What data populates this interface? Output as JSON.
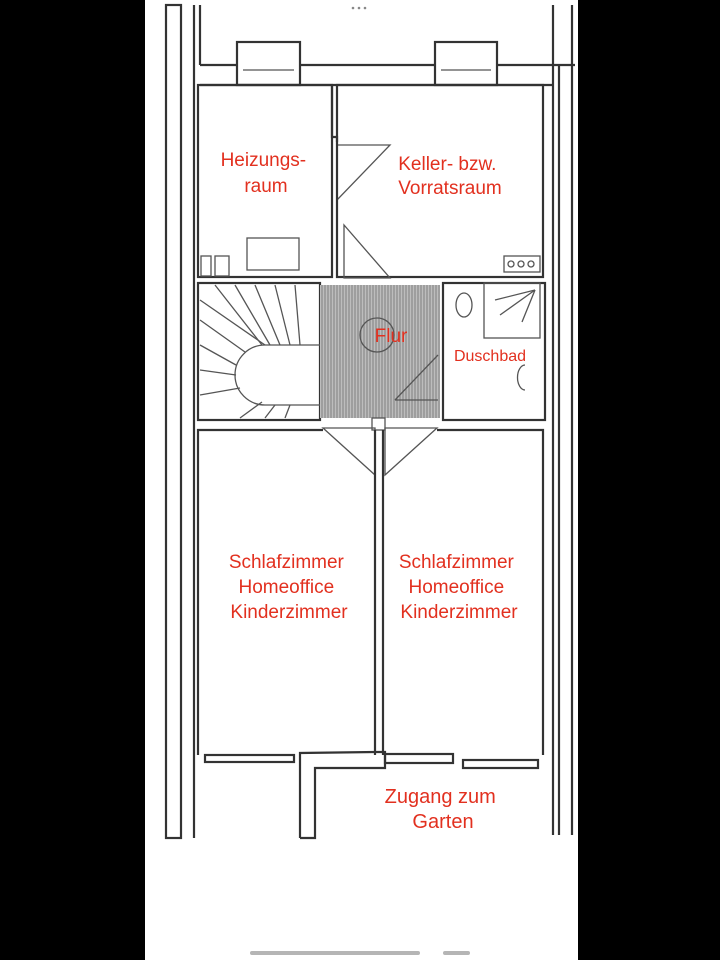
{
  "plan": {
    "rooms": {
      "heizungsraum": [
        "Heizungs-",
        "raum"
      ],
      "keller": [
        "Keller- bzw.",
        "Vorratsraum"
      ],
      "flur": "Flur",
      "duschbad": "Duschbad",
      "zimmer_left": [
        "Schlafzimmer",
        "Homeoffice",
        "Kinderzimmer"
      ],
      "zimmer_right": [
        "Schlafzimmer",
        "Homeoffice",
        "Kinderzimmer"
      ],
      "garten": [
        "Zugang zum",
        "Garten"
      ]
    },
    "label_color": "#e2301f",
    "hatch_color": "#a0a0a0"
  },
  "viewer": {
    "more_menu_icon": "ellipsis-icon",
    "home_indicator": "home-indicator"
  }
}
